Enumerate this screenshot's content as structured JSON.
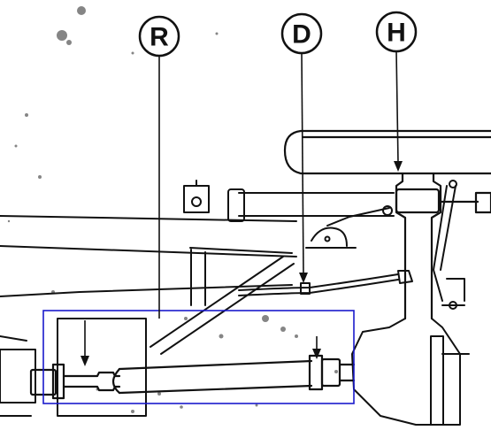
{
  "callouts": [
    {
      "id": "R",
      "label": "R"
    },
    {
      "id": "D",
      "label": "D"
    },
    {
      "id": "H",
      "label": "H"
    }
  ],
  "colors": {
    "ink": "#111111",
    "paper": "#ffffff",
    "highlight_box": "#1a1acc"
  },
  "icons": [
    "callout-r-icon",
    "callout-d-icon",
    "callout-h-icon",
    "leader-arrow-icon"
  ]
}
